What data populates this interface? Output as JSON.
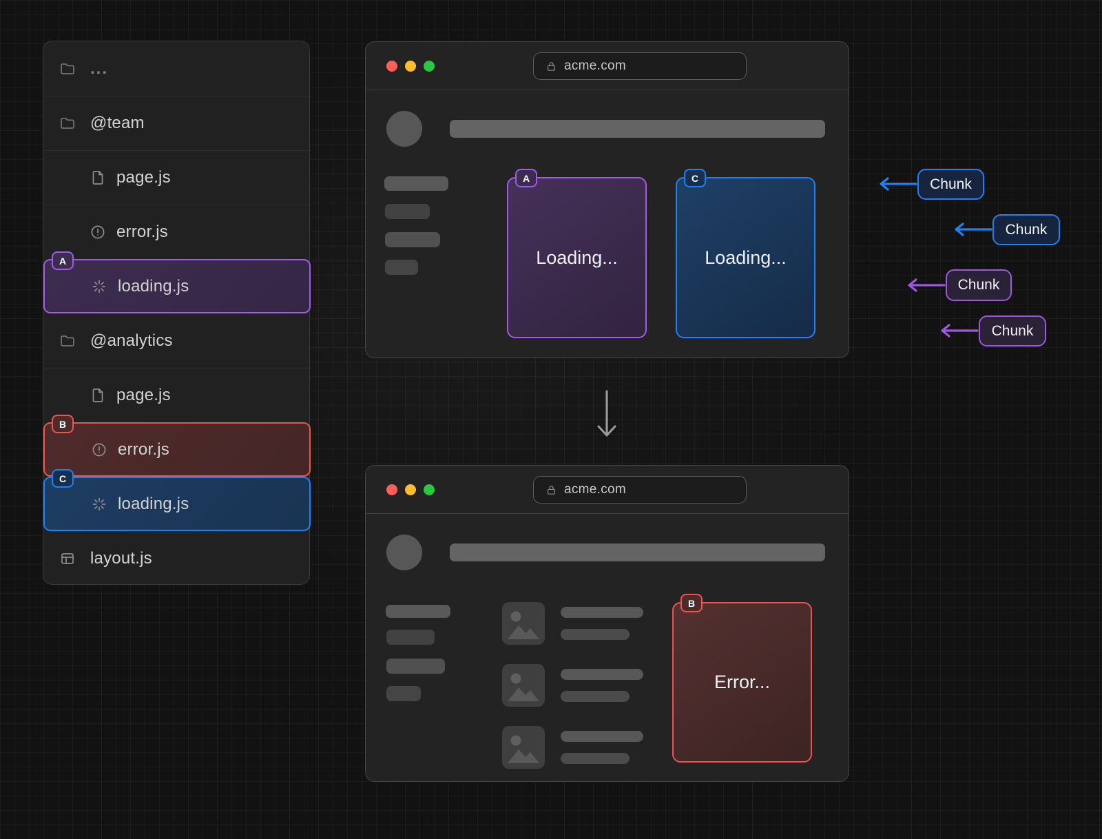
{
  "file_tree": {
    "items": [
      {
        "label": "...",
        "icon": "folder"
      },
      {
        "label": "@team",
        "icon": "folder"
      },
      {
        "label": "page.js",
        "icon": "file"
      },
      {
        "label": "error.js",
        "icon": "alert-circle"
      },
      {
        "label": "loading.js",
        "icon": "spinner",
        "badge": "A",
        "highlight": "purple"
      },
      {
        "label": "@analytics",
        "icon": "folder"
      },
      {
        "label": "page.js",
        "icon": "file"
      },
      {
        "label": "error.js",
        "icon": "alert-circle",
        "badge": "B",
        "highlight": "red"
      },
      {
        "label": "loading.js",
        "icon": "spinner",
        "badge": "C",
        "highlight": "blue"
      },
      {
        "label": "layout.js",
        "icon": "layout"
      }
    ]
  },
  "browser_top": {
    "url": "acme.com",
    "cards": [
      {
        "badge": "A",
        "label": "Loading...",
        "color": "purple"
      },
      {
        "badge": "C",
        "label": "Loading...",
        "color": "blue"
      }
    ]
  },
  "browser_bottom": {
    "url": "acme.com",
    "card": {
      "badge": "B",
      "label": "Error...",
      "color": "red"
    }
  },
  "chunks": [
    {
      "label": "Chunk",
      "color": "blue"
    },
    {
      "label": "Chunk",
      "color": "blue"
    },
    {
      "label": "Chunk",
      "color": "purple"
    },
    {
      "label": "Chunk",
      "color": "purple"
    }
  ],
  "colors": {
    "accent_blue": "#1f80f5",
    "accent_purple": "#a15ce4",
    "accent_red": "#ef5350",
    "traffic_red": "#ff5f57",
    "traffic_yellow": "#febc2e",
    "traffic_green": "#28c840"
  }
}
